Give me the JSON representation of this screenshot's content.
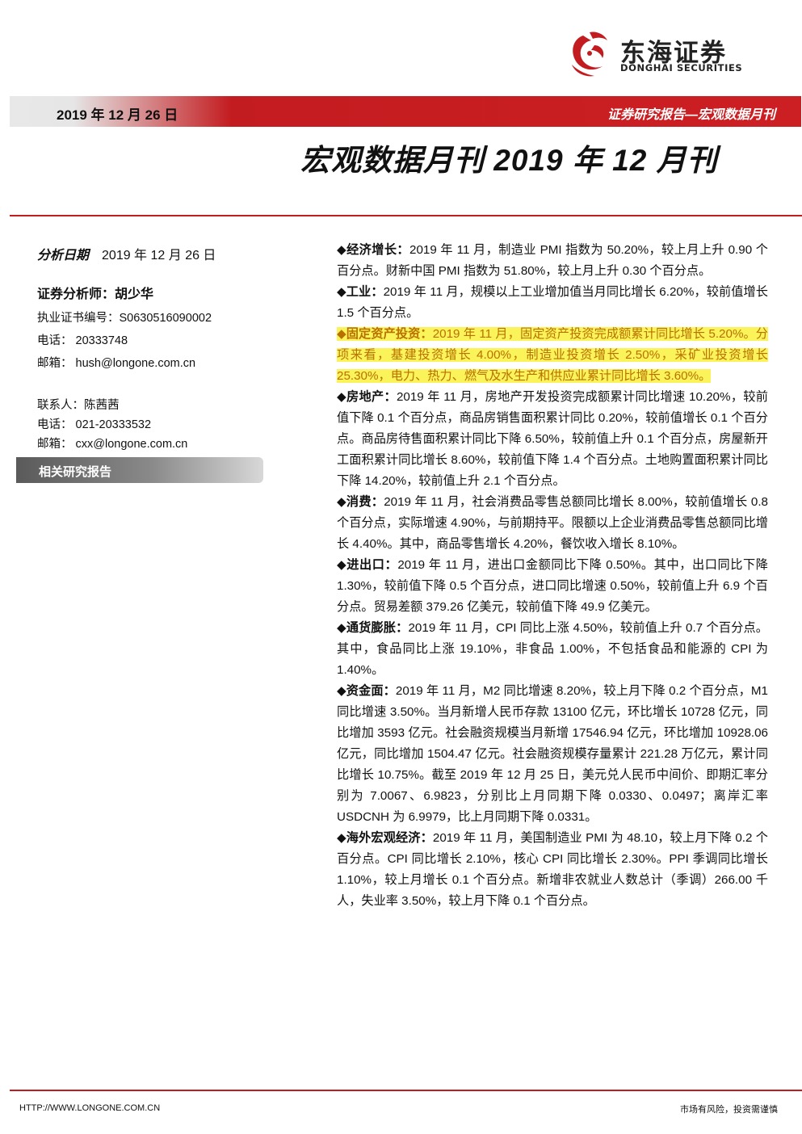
{
  "logo": {
    "cn": "东海证券",
    "en": "DONGHAI SECURITIES"
  },
  "bar": {
    "date": "2019 年 12 月 26 日",
    "series": "证券研究报告—宏观数据月刊"
  },
  "title": "宏观数据月刊 2019 年 12 月刊",
  "left": {
    "analysis_date_label": "分析日期",
    "analysis_date": "2019 年 12 月 26 日",
    "analyst": "证券分析师：胡少华",
    "cert": "执业证书编号：S0630516090002",
    "phone": "电话：  20333748",
    "email": "邮箱：  hush@longone.com.cn",
    "contact": "联系人：陈茜茜",
    "contact_phone": "电话：  021-20333532",
    "contact_email": "邮箱：  cxx@longone.com.cn",
    "related_reports": "相关研究报告"
  },
  "paragraphs": [
    {
      "head": "◆经济增长：",
      "text": "2019 年 11 月，制造业 PMI 指数为 50.20%，较上月上升 0.90 个百分点。财新中国 PMI 指数为 51.80%，较上月上升 0.30 个百分点。",
      "highlight": false
    },
    {
      "head": "◆工业：",
      "text": "2019 年 11 月，规模以上工业增加值当月同比增长 6.20%，较前值增长 1.5 个百分点。",
      "highlight": false
    },
    {
      "head": "◆固定资产投资：",
      "text": "2019 年 11 月，固定资产投资完成额累计同比增长 5.20%。分项来看，基建投资增长 4.00%，制造业投资增长 2.50%，采矿业投资增长 25.30%，电力、热力、燃气及水生产和供应业累计同比增长 3.60%。",
      "highlight": true
    },
    {
      "head": "◆房地产：",
      "text": "2019 年 11 月，房地产开发投资完成额累计同比增速 10.20%，较前值下降 0.1 个百分点，商品房销售面积累计同比 0.20%，较前值增长 0.1 个百分点。商品房待售面积累计同比下降 6.50%，较前值上升 0.1 个百分点，房屋新开工面积累计同比增长 8.60%，较前值下降 1.4 个百分点。土地购置面积累计同比下降 14.20%，较前值上升 2.1 个百分点。",
      "highlight": false
    },
    {
      "head": "◆消费：",
      "text": "2019 年 11 月，社会消费品零售总额同比增长 8.00%，较前值增长 0.8 个百分点，实际增速 4.90%，与前期持平。限额以上企业消费品零售总额同比增长 4.40%。其中，商品零售增长 4.20%，餐饮收入增长 8.10%。",
      "highlight": false
    },
    {
      "head": "◆进出口：",
      "text": "2019 年 11 月，进出口金额同比下降 0.50%。其中，出口同比下降 1.30%，较前值下降 0.5 个百分点，进口同比增速 0.50%，较前值上升 6.9 个百分点。贸易差额 379.26 亿美元，较前值下降 49.9 亿美元。",
      "highlight": false
    },
    {
      "head": "◆通货膨胀：",
      "text": "2019 年 11 月，CPI 同比上涨 4.50%，较前值上升 0.7 个百分点。其中，食品同比上涨 19.10%，非食品 1.00%，不包括食品和能源的 CPI 为 1.40%。",
      "highlight": false
    },
    {
      "head": "◆资金面：",
      "text": "2019 年 11 月，M2 同比增速 8.20%，较上月下降 0.2 个百分点，M1 同比增速 3.50%。当月新增人民币存款 13100 亿元，环比增长 10728 亿元，同比增加 3593 亿元。社会融资规模当月新增 17546.94 亿元，环比增加 10928.06 亿元，同比增加 1504.47 亿元。社会融资规模存量累计 221.28 万亿元，累计同比增长 10.75%。截至 2019 年 12 月 25 日，美元兑人民币中间价、即期汇率分别为 7.0067、6.9823，分别比上月同期下降 0.0330、0.0497；离岸汇率 USDCNH 为 6.9979，比上月同期下降 0.0331。",
      "highlight": false
    },
    {
      "head": "◆海外宏观经济：",
      "text": "2019 年 11 月，美国制造业 PMI 为 48.10，较上月下降 0.2 个百分点。CPI 同比增长 2.10%，核心 CPI 同比增长 2.30%。PPI 季调同比增长 1.10%，较上月增长 0.1 个百分点。新增非农就业人数总计（季调）266.00 千人，失业率 3.50%，较上月下降 0.1 个百分点。",
      "highlight": false
    }
  ],
  "footer": {
    "url": "HTTP://WWW.LONGONE.COM.CN",
    "risk": "市场有风险，投资需谨慎"
  },
  "colors": {
    "brand_red": "#c31c20",
    "highlight_yellow": "#fbf35a",
    "highlight_text": "#b87100"
  }
}
